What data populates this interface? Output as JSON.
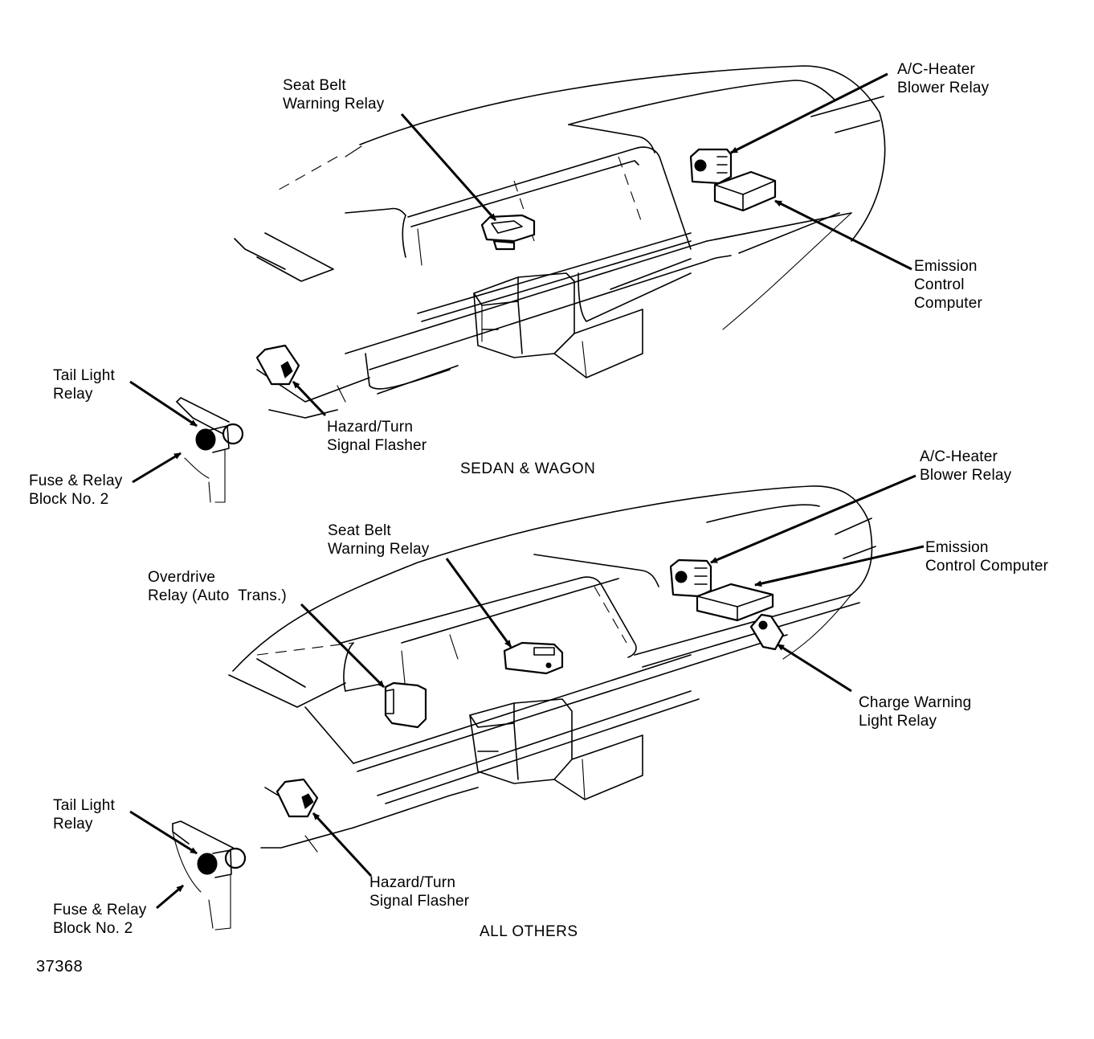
{
  "figure_id": "37368",
  "views": [
    {
      "caption": "SEDAN & WAGON",
      "labels": {
        "seat_belt": [
          "Seat Belt",
          "Warning Relay"
        ],
        "ac_heater": [
          "A/C-Heater",
          "Blower Relay"
        ],
        "emission": [
          "Emission",
          "Control",
          "Computer"
        ],
        "tail_light": [
          "Tail Light",
          "Relay"
        ],
        "fuse_block": [
          "Fuse & Relay",
          "Block No. 2"
        ],
        "hazard": [
          "Hazard/Turn",
          "Signal Flasher"
        ]
      }
    },
    {
      "caption": "ALL OTHERS",
      "labels": {
        "seat_belt": [
          "Seat Belt",
          "Warning Relay"
        ],
        "ac_heater": [
          "A/C-Heater",
          "Blower Relay"
        ],
        "emission": [
          "Emission",
          "Control Computer"
        ],
        "overdrive": [
          "Overdrive",
          "Relay (Auto  Trans.)"
        ],
        "charge_warning": [
          "Charge Warning",
          "Light Relay"
        ],
        "tail_light": [
          "Tail Light",
          "Relay"
        ],
        "fuse_block": [
          "Fuse & Relay",
          "Block No. 2"
        ],
        "hazard": [
          "Hazard/Turn",
          "Signal Flasher"
        ]
      }
    }
  ]
}
